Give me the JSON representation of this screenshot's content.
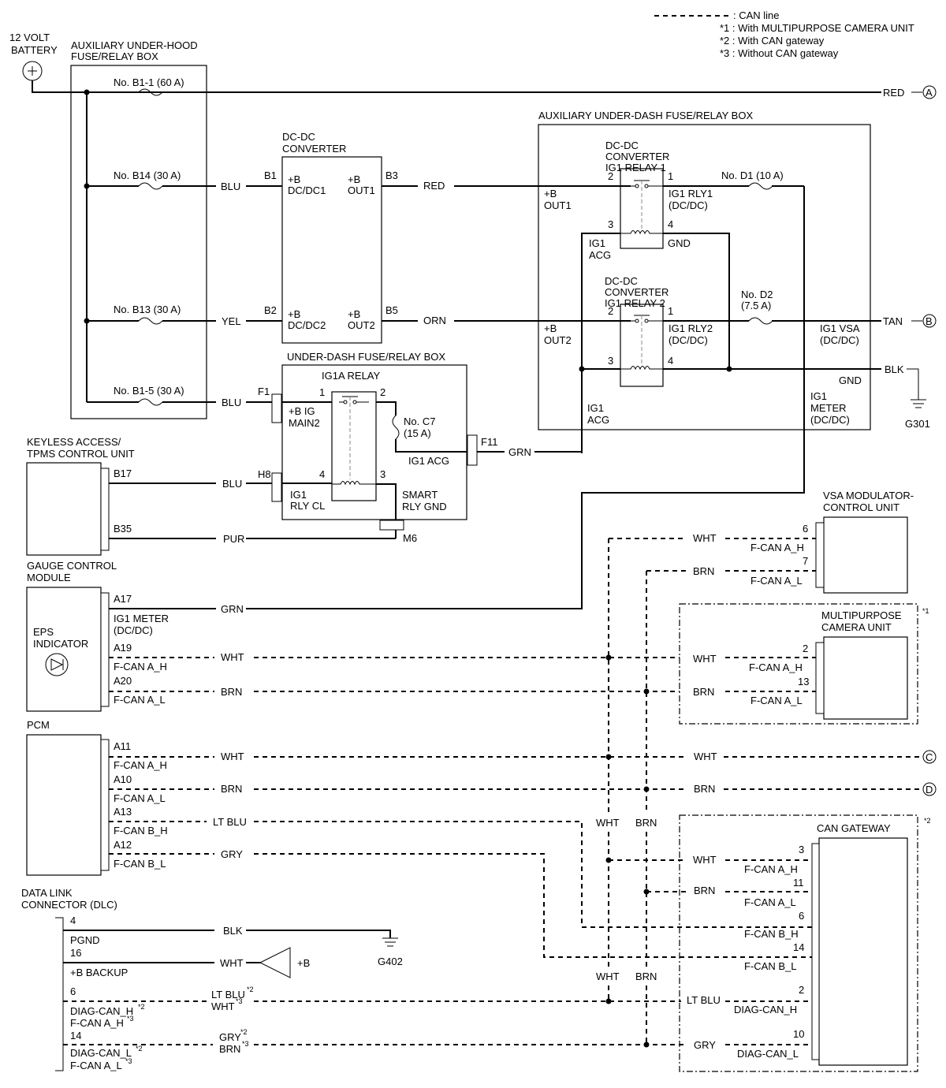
{
  "legend": {
    "can_line": ": CAN line",
    "note1": "*1 : With MULTIPURPOSE CAMERA UNIT",
    "note2": "*2 : With CAN gateway",
    "note3": "*3 : Without CAN gateway"
  },
  "battery": {
    "line1": "12 VOLT",
    "line2": "BATTERY"
  },
  "aux_hood_box": {
    "title1": "AUXILIARY UNDER-HOOD",
    "title2": "FUSE/RELAY BOX",
    "fuse_b1_1": "No. B1-1 (60 A)",
    "fuse_b14": "No. B14 (30 A)",
    "fuse_b13": "No. B13 (30 A)",
    "fuse_b1_5": "No. B1-5 (30 A)"
  },
  "dcdc": {
    "title1": "DC-DC",
    "title2": "CONVERTER",
    "b1": "B1",
    "b2": "B2",
    "b3": "B3",
    "b5": "B5",
    "in1a": "+B",
    "in1b": "DC/DC1",
    "in2a": "+B",
    "in2b": "DC/DC2",
    "out1a": "+B",
    "out1b": "OUT1",
    "out2a": "+B",
    "out2b": "OUT2"
  },
  "wires": {
    "red": "RED",
    "blu": "BLU",
    "yel": "YEL",
    "orn": "ORN",
    "grn": "GRN",
    "pur": "PUR",
    "tan": "TAN",
    "blk": "BLK",
    "wht": "WHT",
    "brn": "BRN",
    "lt_blu": "LT BLU",
    "gry": "GRY",
    "plus_b": "+B"
  },
  "aux_dash_box": {
    "title": "AUXILIARY UNDER-DASH FUSE/RELAY BOX",
    "relay1_l1": "DC-DC",
    "relay1_l2": "CONVERTER",
    "relay1_l3": "IG1 RELAY 1",
    "relay2_l1": "DC-DC",
    "relay2_l2": "CONVERTER",
    "relay2_l3": "IG1 RELAY 2",
    "pin1": "1",
    "pin2": "2",
    "pin3": "3",
    "pin4": "4",
    "out1a": "+B",
    "out1b": "OUT1",
    "out2a": "+B",
    "out2b": "OUT2",
    "ig1_rly1_a": "IG1 RLY1",
    "ig1_rly1_b": "(DC/DC)",
    "ig1_rly2_a": "IG1 RLY2",
    "ig1_rly2_b": "(DC/DC)",
    "ig1_acg_a": "IG1",
    "ig1_acg_b": "ACG",
    "gnd": "GND",
    "fuse_d1": "No. D1 (10 A)",
    "fuse_d2a": "No. D2",
    "fuse_d2b": "(7.5 A)",
    "ig1_vsa_a": "IG1 VSA",
    "ig1_vsa_b": "(DC/DC)",
    "ig1_meter_a": "IG1",
    "ig1_meter_b": "METER",
    "ig1_meter_c": "(DC/DC)",
    "ig1_acg2_a": "IG1",
    "ig1_acg2_b": "ACG"
  },
  "connectors": {
    "a": "A",
    "b": "B",
    "c": "C",
    "d": "D"
  },
  "ground": {
    "g301": "G301",
    "g402": "G402"
  },
  "under_dash_box": {
    "title": "UNDER-DASH FUSE/RELAY BOX",
    "relay": "IG1A RELAY",
    "f1": "F1",
    "h8": "H8",
    "f11": "F11",
    "m6": "M6",
    "pin1": "1",
    "pin2": "2",
    "pin3": "3",
    "pin4": "4",
    "main2_a": "+B IG",
    "main2_b": "MAIN2",
    "fuse_c7a": "No. C7",
    "fuse_c7b": "(15 A)",
    "ig1_acg": "IG1 ACG",
    "rly_cl_a": "IG1",
    "rly_cl_b": "RLY CL",
    "smart_a": "SMART",
    "smart_b": "RLY GND"
  },
  "keyless": {
    "title1": "KEYLESS ACCESS/",
    "title2": "TPMS CONTROL UNIT",
    "b17": "B17",
    "b35": "B35"
  },
  "gauge": {
    "title1": "GAUGE CONTROL",
    "title2": "MODULE",
    "eps1": "EPS",
    "eps2": "INDICATOR",
    "a17": "A17",
    "meter_a": "IG1 METER",
    "meter_b": "(DC/DC)",
    "a19": "A19",
    "can_h": "F-CAN A_H",
    "a20": "A20",
    "can_l": "F-CAN A_L"
  },
  "pcm": {
    "title": "PCM",
    "a11": "A11",
    "a11_sig": "F-CAN A_H",
    "a10": "A10",
    "a10_sig": "F-CAN A_L",
    "a13": "A13",
    "a13_sig": "F-CAN B_H",
    "a12": "A12",
    "a12_sig": "F-CAN B_L"
  },
  "vsa": {
    "title1": "VSA MODULATOR-",
    "title2": "CONTROL UNIT",
    "p6": "6",
    "p6_sig": "F-CAN A_H",
    "p7": "7",
    "p7_sig": "F-CAN A_L"
  },
  "camera": {
    "title1": "MULTIPURPOSE",
    "title2": "CAMERA UNIT",
    "note": "*1",
    "p2": "2",
    "p2_sig": "F-CAN A_H",
    "p13": "13",
    "p13_sig": "F-CAN A_L"
  },
  "gateway": {
    "title": "CAN GATEWAY",
    "note": "*2",
    "p3": "3",
    "p3_sig": "F-CAN A_H",
    "p11": "11",
    "p11_sig": "F-CAN A_L",
    "p6": "6",
    "p6_sig": "F-CAN B_H",
    "p14": "14",
    "p14_sig": "F-CAN B_L",
    "p2": "2",
    "p2_sig": "DIAG-CAN_H",
    "p10": "10",
    "p10_sig": "DIAG-CAN_L"
  },
  "dlc": {
    "title1": "DATA LINK",
    "title2": "CONNECTOR (DLC)",
    "p4": "4",
    "p4_sig": "PGND",
    "p16": "16",
    "p16_sig": "+B BACKUP",
    "p6": "6",
    "p6_sig_a": "DIAG-CAN_H",
    "p6_sig_a_note": "*2",
    "p6_sig_b": "F-CAN A_H",
    "p6_sig_b_note": "*3",
    "p14": "14",
    "p14_sig_a": "DIAG-CAN_L",
    "p14_sig_a_note": "*2",
    "p14_sig_b": "F-CAN A_L",
    "p14_sig_b_note": "*3",
    "wire6_a": "LT BLU",
    "wire6_a_note": "*2",
    "wire6_b": "WHT",
    "wire6_b_note": "*3",
    "wire14_a": "GRY",
    "wire14_a_note": "*2",
    "wire14_b": "BRN",
    "wire14_b_note": "*3"
  }
}
